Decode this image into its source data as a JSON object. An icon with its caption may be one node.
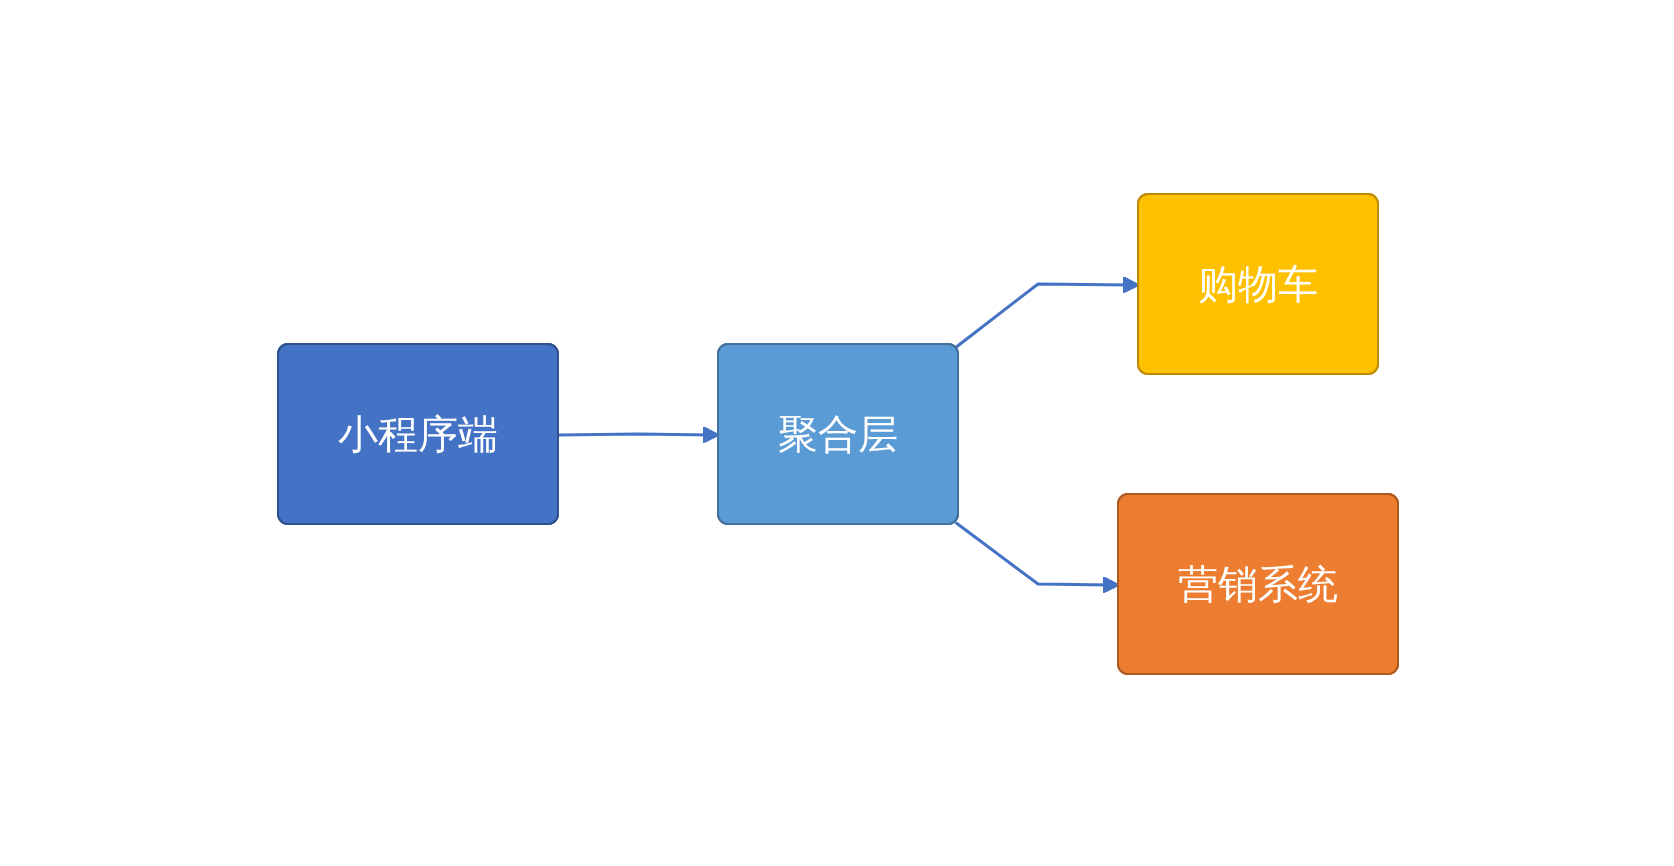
{
  "diagram": {
    "nodes": [
      {
        "text": [
          "小程序端"
        ]
      },
      {
        "text": [
          "聚合层"
        ]
      },
      {
        "text": [
          "购物车"
        ]
      },
      {
        "text": [
          "营销系统"
        ]
      }
    ],
    "edges": [
      {
        "from": 0,
        "to": 1,
        "arrow": "to"
      },
      {
        "from": 1,
        "to": 2,
        "arrow": "to"
      },
      {
        "from": 1,
        "to": 3,
        "arrow": "to"
      }
    ]
  }
}
